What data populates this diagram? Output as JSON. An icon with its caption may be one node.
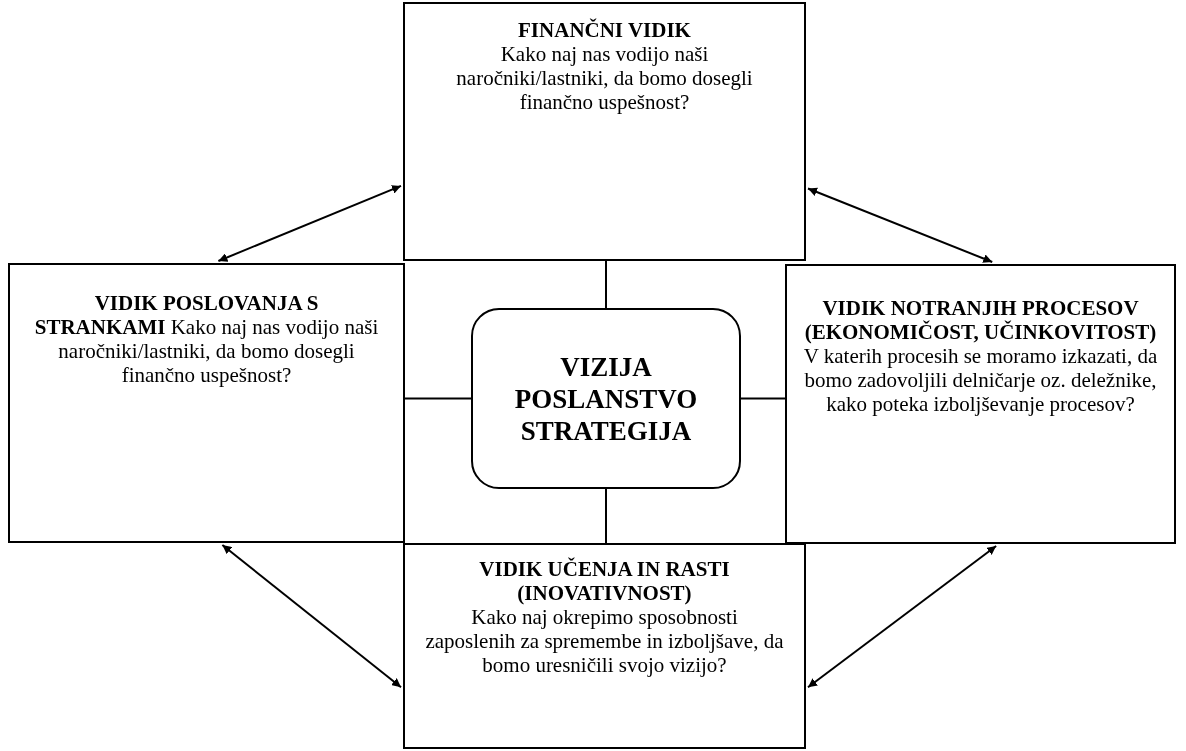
{
  "diagram": {
    "nodes": [
      {
        "text": [
          "FINANČNI VIDIK",
          "Kako naj nas vodijo naši naročniki/lastniki, da bomo dosegli finančno uspešnost?"
        ]
      },
      {
        "text": [
          "VIDIK POSLOVANJA S STRANKAMI",
          "Kako naj nas vodijo naši naročniki/lastniki, da bomo dosegli finančno uspešnost?"
        ]
      },
      {
        "text": [
          "VIZIJA POSLANSTVO STRATEGIJA"
        ]
      },
      {
        "text": [
          "VIDIK NOTRANJIH PROCESOV (EKONOMIČOST, UČINKOVITOST)",
          "V katerih procesih se moramo izkazati, da bomo zadovoljili delničarje oz. deležnike, kako poteka izboljševanje procesov?"
        ]
      },
      {
        "text": [
          "VIDIK UČENJA IN RASTI (INOVATIVNOST)",
          "Kako naj okrepimo sposobnosti zaposlenih za spremembe in izboljšave, da bomo uresničili svojo vizijo?"
        ]
      }
    ],
    "edges": [
      {
        "from": 2,
        "to": 0,
        "arrow": "none"
      },
      {
        "from": 2,
        "to": 1,
        "arrow": "none"
      },
      {
        "from": 2,
        "to": 3,
        "arrow": "none"
      },
      {
        "from": 2,
        "to": 4,
        "arrow": "none"
      },
      {
        "from": 1,
        "to": 0,
        "arrow": "both"
      },
      {
        "from": 0,
        "to": 3,
        "arrow": "both"
      },
      {
        "from": 1,
        "to": 4,
        "arrow": "both"
      },
      {
        "from": 4,
        "to": 3,
        "arrow": "both"
      }
    ]
  }
}
